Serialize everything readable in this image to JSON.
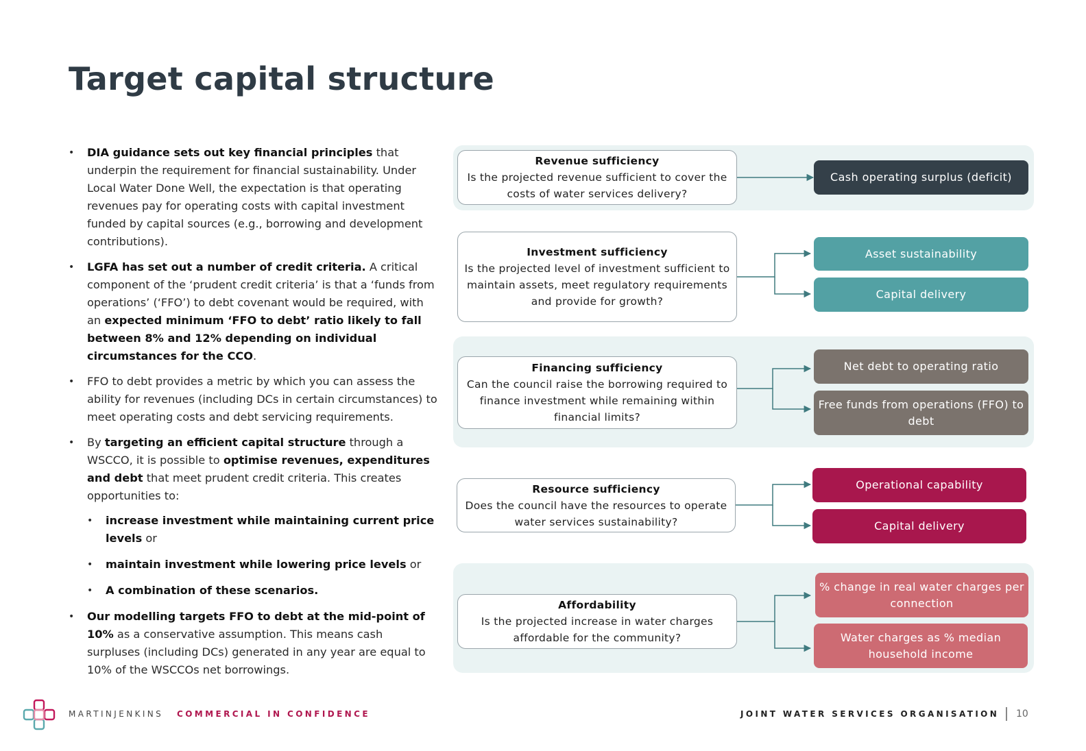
{
  "page": {
    "title": "Target capital structure"
  },
  "bullets": {
    "b1": {
      "bold": "DIA guidance sets out key financial principles",
      "text": " that underpin the requirement for financial sustainability. Under Local Water Done Well, the expectation is that operating revenues pay for operating costs with capital investment funded by capital sources (e.g., borrowing and development contributions)."
    },
    "b2": {
      "bold": "LGFA has set out a number of credit criteria.",
      "text": " A critical component of the ‘prudent credit criteria’ is that a ‘funds from operations’ (‘FFO’) to debt covenant would be required, with an ",
      "bold2": "expected minimum ‘FFO to debt’ ratio likely to fall between 8% and 12% depending on individual circumstances for the CCO",
      "text2": "."
    },
    "b3": {
      "text": "FFO to debt provides a metric by which you can assess the ability for revenues (including DCs in certain circumstances) to meet operating costs and debt servicing requirements."
    },
    "b4": {
      "text_a": "By ",
      "bold_a": "targeting an efficient capital structure",
      "text_b": " through a WSCCO, it is possible to ",
      "bold_b": "optimise revenues, expenditures and debt",
      "text_c": " that meet prudent credit criteria. This creates opportunities to:",
      "sub1_bold": "increase investment while maintaining current price levels",
      "sub1_text": " or",
      "sub2_bold": "maintain investment while lowering price levels",
      "sub2_text": " or",
      "sub3_bold": "A combination of these scenarios."
    },
    "b5": {
      "bold": "Our modelling targets FFO to debt at the mid-point of 10%",
      "text": " as a conservative assumption. This means cash surpluses (including DCs) generated in any year are equal to 10% of the WSCCOs net borrowings."
    }
  },
  "diagram": {
    "revenue": {
      "title": "Revenue sufficiency",
      "question": "Is the projected revenue sufficient to cover the costs of water services delivery?",
      "metric1": "Cash operating surplus (deficit)"
    },
    "investment": {
      "title": "Investment sufficiency",
      "question": "Is the projected level of investment sufficient to maintain assets, meet regulatory requirements and provide for growth?",
      "metric1": "Asset sustainability",
      "metric2": "Capital delivery"
    },
    "financing": {
      "title": "Financing sufficiency",
      "question": "Can the council raise the borrowing required to finance investment while remaining within financial limits?",
      "metric1": "Net debt to operating ratio",
      "metric2": "Free funds from operations (FFO) to debt"
    },
    "resource": {
      "title": "Resource sufficiency",
      "question": "Does the council have the resources to operate water services sustainability?",
      "metric1": "Operational capability",
      "metric2": "Capital delivery"
    },
    "affordability": {
      "title": "Affordability",
      "question": "Is the projected increase in water charges affordable for the community?",
      "metric1": "% change in real water charges per connection",
      "metric2": "Water charges as % median household income"
    }
  },
  "colors": {
    "dark": "#344049",
    "teal": "#53a1a4",
    "taupe": "#7b736d",
    "crimson": "#a8174d",
    "rose": "#cd6b73",
    "band": "#eaf3f3"
  },
  "footer": {
    "brand": "MARTINJENKINS",
    "confidential": "COMMERCIAL IN CONFIDENCE",
    "org": "JOINT WATER SERVICES ORGANISATION",
    "page_number": "10"
  }
}
